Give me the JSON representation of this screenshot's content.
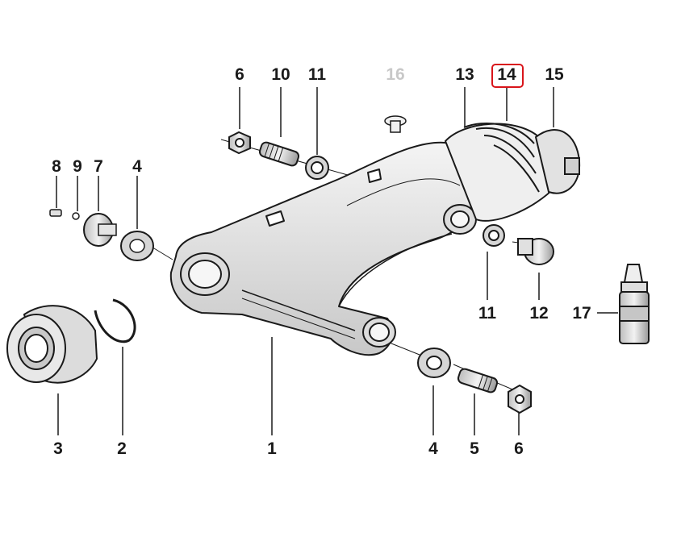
{
  "colors": {
    "ink": "#1a1a1a",
    "muted": "#c8c8c8",
    "highlight": "#d9151b",
    "shade": "#9a9a9a",
    "light": "#e8e8e8"
  },
  "highlighted_part": "14",
  "callouts": [
    {
      "id": "6a",
      "text": "6"
    },
    {
      "id": "10",
      "text": "10"
    },
    {
      "id": "11a",
      "text": "11"
    },
    {
      "id": "16",
      "text": "16"
    },
    {
      "id": "13",
      "text": "13"
    },
    {
      "id": "14",
      "text": "14"
    },
    {
      "id": "15",
      "text": "15"
    },
    {
      "id": "8",
      "text": "8"
    },
    {
      "id": "9",
      "text": "9"
    },
    {
      "id": "7",
      "text": "7"
    },
    {
      "id": "4a",
      "text": "4"
    },
    {
      "id": "11b",
      "text": "11"
    },
    {
      "id": "12",
      "text": "12"
    },
    {
      "id": "17",
      "text": "17"
    },
    {
      "id": "3",
      "text": "3"
    },
    {
      "id": "2",
      "text": "2"
    },
    {
      "id": "1",
      "text": "1"
    },
    {
      "id": "4b",
      "text": "4"
    },
    {
      "id": "5",
      "text": "5"
    },
    {
      "id": "6b",
      "text": "6"
    }
  ]
}
